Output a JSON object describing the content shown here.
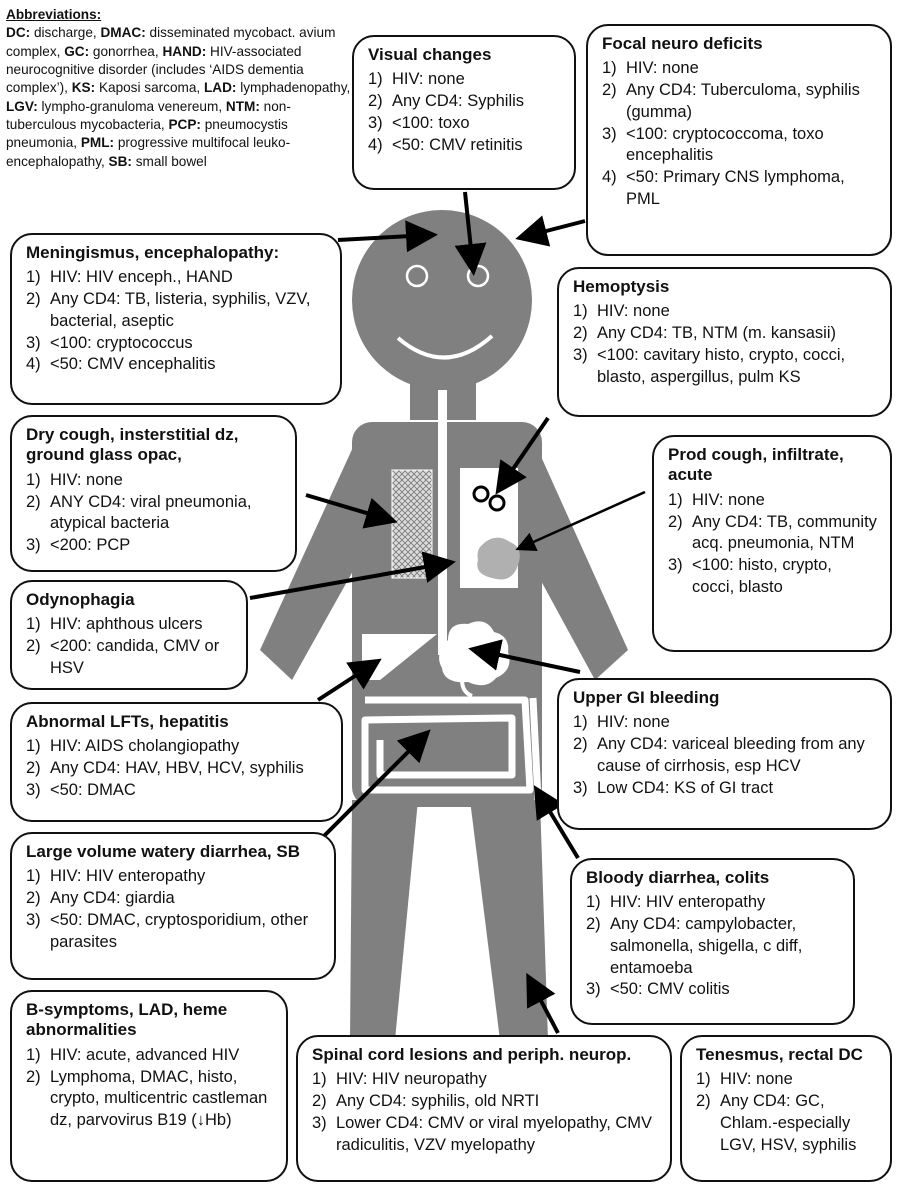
{
  "abbreviations": {
    "heading": "Abbreviations:",
    "items": [
      {
        "abbr": "DC:",
        "text": "discharge,"
      },
      {
        "abbr": "DMAC:",
        "text": "disseminated mycobact. avium complex,"
      },
      {
        "abbr": "GC:",
        "text": "gonorrhea,"
      },
      {
        "abbr": "HAND:",
        "text": "HIV-associated neurocognitive disorder (includes ‘AIDS dementia complex’),"
      },
      {
        "abbr": "KS:",
        "text": "Kaposi sarcoma,"
      },
      {
        "abbr": "LAD:",
        "text": "lymphadenopathy,"
      },
      {
        "abbr": "LGV:",
        "text": "lympho-granuloma venereum,"
      },
      {
        "abbr": "NTM:",
        "text": "non-tuberculous mycobacteria,"
      },
      {
        "abbr": "PCP:",
        "text": "pneumocystis pneumonia,"
      },
      {
        "abbr": "PML:",
        "text": "progressive multifocal leuko-encephalopathy,"
      },
      {
        "abbr": "SB:",
        "text": "small bowel"
      }
    ]
  },
  "boxes": [
    {
      "key": "visual-changes",
      "title": "Visual changes",
      "items": [
        {
          "num": "1)",
          "text": "HIV: none"
        },
        {
          "num": "2)",
          "text": "Any CD4: Syphilis"
        },
        {
          "num": "3)",
          "text": "<100: toxo"
        },
        {
          "num": "4)",
          "text": "<50: CMV retinitis"
        }
      ]
    },
    {
      "key": "focal-neuro",
      "title": "Focal neuro deficits",
      "items": [
        {
          "num": "1)",
          "text": "HIV: none"
        },
        {
          "num": "2)",
          "text": "Any CD4: Tuberculoma, syphilis (gumma)"
        },
        {
          "num": "3)",
          "text": "<100: cryptococcoma, toxo encephalitis"
        },
        {
          "num": "4)",
          "text": "<50: Primary CNS lymphoma, PML"
        }
      ]
    },
    {
      "key": "meningismus",
      "title": "Meningismus, encephalopathy:",
      "items": [
        {
          "num": "1)",
          "text": "HIV: HIV enceph., HAND"
        },
        {
          "num": "2)",
          "text": "Any CD4: TB, listeria, syphilis, VZV, bacterial, aseptic"
        },
        {
          "num": "3)",
          "text": "<100: cryptococcus"
        },
        {
          "num": "4)",
          "text": "<50: CMV encephalitis"
        }
      ]
    },
    {
      "key": "hemoptysis",
      "title": "Hemoptysis",
      "items": [
        {
          "num": "1)",
          "text": "HIV: none"
        },
        {
          "num": "2)",
          "text": "Any CD4: TB, NTM (m. kansasii)"
        },
        {
          "num": "3)",
          "text": "<100: cavitary histo, crypto, cocci, blasto, aspergillus, pulm KS"
        }
      ]
    },
    {
      "key": "dry-cough",
      "title": "Dry cough, insterstitial dz, ground glass opac,",
      "items": [
        {
          "num": "1)",
          "text": "HIV: none"
        },
        {
          "num": "2)",
          "text": "ANY CD4: viral pneumonia, atypical bacteria"
        },
        {
          "num": "3)",
          "text": "<200: PCP"
        }
      ]
    },
    {
      "key": "prod-cough",
      "title": "Prod cough, infiltrate, acute",
      "items": [
        {
          "num": "1)",
          "text": "HIV: none"
        },
        {
          "num": "2)",
          "text": "Any CD4: TB, community acq. pneumonia, NTM"
        },
        {
          "num": "3)",
          "text": "<100: histo, crypto, cocci, blasto"
        }
      ]
    },
    {
      "key": "odynophagia",
      "title": "Odynophagia",
      "items": [
        {
          "num": "1)",
          "text": "HIV: aphthous ulcers"
        },
        {
          "num": "2)",
          "text": "<200: candida, CMV or HSV"
        }
      ]
    },
    {
      "key": "abnormal-lfts",
      "title": "Abnormal LFTs, hepatitis",
      "items": [
        {
          "num": "1)",
          "text": "HIV: AIDS cholangiopathy"
        },
        {
          "num": "2)",
          "text": "Any CD4: HAV, HBV, HCV, syphilis"
        },
        {
          "num": "3)",
          "text": "<50: DMAC"
        }
      ]
    },
    {
      "key": "upper-gi",
      "title": "Upper GI bleeding",
      "items": [
        {
          "num": "1)",
          "text": "HIV: none"
        },
        {
          "num": "2)",
          "text": "Any CD4:  variceal bleeding from any cause of cirrhosis, esp HCV"
        },
        {
          "num": "3)",
          "text": "Low CD4: KS of GI tract"
        }
      ]
    },
    {
      "key": "watery-diarrhea",
      "title": "Large volume watery diarrhea, SB",
      "items": [
        {
          "num": "1)",
          "text": "HIV: HIV enteropathy"
        },
        {
          "num": "2)",
          "text": "Any CD4: giardia"
        },
        {
          "num": "3)",
          "text": "<50: DMAC, cryptosporidium, other parasites"
        }
      ]
    },
    {
      "key": "bloody-diarrhea",
      "title": "Bloody diarrhea, colits",
      "items": [
        {
          "num": "1)",
          "text": "HIV: HIV enteropathy"
        },
        {
          "num": "2)",
          "text": "Any CD4: campylobacter, salmonella, shigella, c diff, entamoeba"
        },
        {
          "num": "3)",
          "text": "<50: CMV colitis"
        }
      ]
    },
    {
      "key": "b-symptoms",
      "title": "B-symptoms, LAD, heme abnormalities",
      "items": [
        {
          "num": "1)",
          "text": "HIV: acute, advanced HIV"
        },
        {
          "num": "2)",
          "text": "Lymphoma, DMAC, histo, crypto, multicentric castleman dz, parvovirus B19 (↓Hb)"
        }
      ]
    },
    {
      "key": "spinal-cord",
      "title": "Spinal cord lesions and periph. neurop.",
      "items": [
        {
          "num": "1)",
          "text": "HIV: HIV neuropathy"
        },
        {
          "num": "2)",
          "text": "Any CD4: syphilis, old NRTI"
        },
        {
          "num": "3)",
          "text": "Lower CD4: CMV or viral myelopathy, CMV radiculitis, VZV myelopathy"
        }
      ]
    },
    {
      "key": "tenesmus",
      "title": "Tenesmus, rectal DC",
      "items": [
        {
          "num": "1)",
          "text": "HIV: none"
        },
        {
          "num": "2)",
          "text": "Any CD4: GC, Chlam.-especially LGV, HSV, syphilis"
        }
      ]
    }
  ]
}
